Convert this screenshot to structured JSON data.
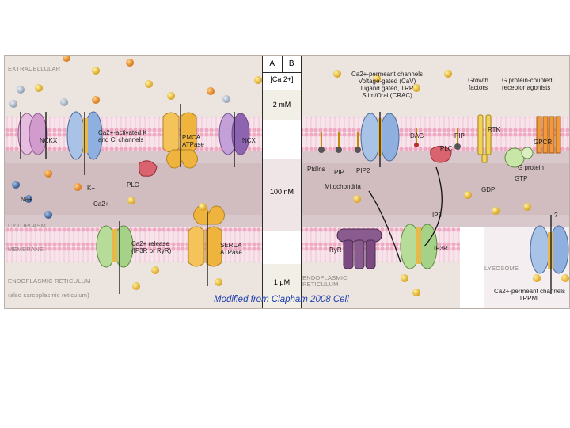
{
  "panel_a_label": "A",
  "panel_b_label": "B",
  "ca_header": "[Ca 2+]",
  "ca_levels": [
    "2 mM",
    "100 nM",
    "1 μM"
  ],
  "zones": {
    "extracellular": "EXTRACELLULAR",
    "cytoplasm": "CYTOPLASM",
    "membrane": "MEMBRANE",
    "er": "ENDOPLASMIC RETICULUM",
    "er_sub": "(also sarcoplasmic reticulum)",
    "er_b": "ENDOPLASMIC RETICULUM",
    "lysosome": "LYSOSOME"
  },
  "panel_a": {
    "ncxi": "NCKX",
    "ncx": "NCX",
    "kcl": "Ca2+-activated K and Cl channels",
    "pmca": "PMCA ATPase",
    "plc": "PLC",
    "k": "K+",
    "na": "Na+",
    "ca": "Ca2+",
    "release": "Ca2+ release (IP3R or RyR)",
    "serca": "SERCA ATPase"
  },
  "panel_b": {
    "ca_channels": "Ca2+-permeant channels\nVoltage-gated (CaV)\nLigand gated, TRP\nStim/Orai (CRAC)",
    "growth": "Growth factors",
    "gpcr_agonists": "G protein-coupled receptor agonists",
    "dag": "DAG",
    "pip": "PIP",
    "pip2": "PIP2",
    "ptdins": "PtdIns",
    "plc": "PLC",
    "rtk": "RTK",
    "gpcr": "GPCR",
    "gprotein": "G protein",
    "gdp": "GDP",
    "gtp": "GTP",
    "mito": "Mitochondria",
    "ip3": "IP3",
    "ryr": "RyR",
    "ip3r": "IP3R",
    "q": "?",
    "lyso_channels": "Ca2+-permeant channels TRPML"
  },
  "caption": "Modified from Clapham 2008 Cell"
}
